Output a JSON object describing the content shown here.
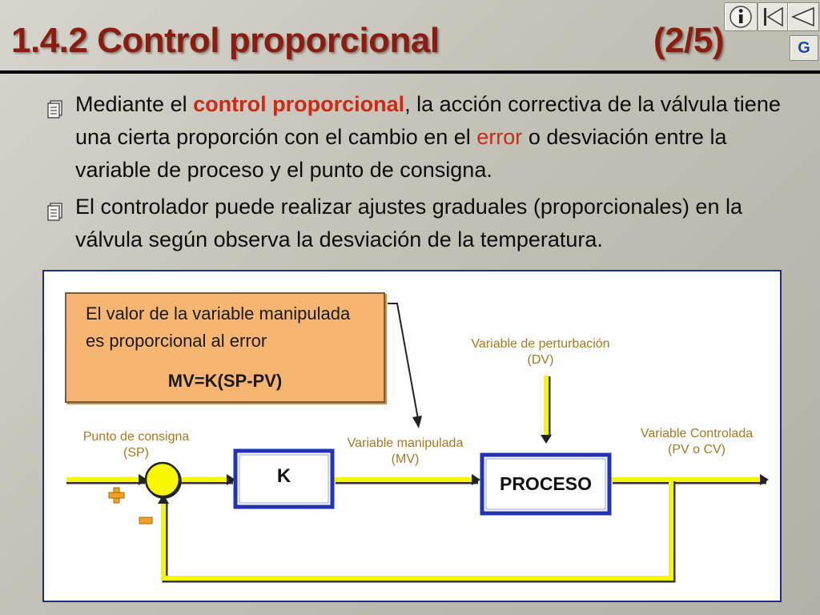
{
  "title": {
    "main": "1.4.2 Control proporcional",
    "page": "(2/5)"
  },
  "nav": {
    "info_icon": "info-icon",
    "first_icon": "first-slide-icon",
    "prev_icon": "previous-slide-icon",
    "glossary_label": "G"
  },
  "bullets": [
    {
      "icon": "notepad-icon",
      "parts": [
        {
          "text": "Mediante el ",
          "style": "normal"
        },
        {
          "text": "control proporcional",
          "style": "bold-highlight"
        },
        {
          "text": ", la acción correctiva de la válvula tiene una cierta proporción con el cambio en el ",
          "style": "normal"
        },
        {
          "text": "error",
          "style": "highlight"
        },
        {
          "text": " o desviación entre la variable de proceso y el punto de consigna.",
          "style": "normal"
        }
      ]
    },
    {
      "icon": "notepad-icon",
      "parts": [
        {
          "text": "El controlador puede realizar ajustes graduales (proporcionales) en la válvula según observa la desviación de la temperatura.",
          "style": "normal"
        }
      ]
    }
  ],
  "diagram": {
    "note": {
      "line1": "El valor de la variable manipulada",
      "line2": "es proporcional al error",
      "formula": "MV=K(SP-PV)"
    },
    "labels": {
      "setpoint_1": "Punto de consigna",
      "setpoint_2": "(SP)",
      "manipulated_1": "Variable manipulada",
      "manipulated_2": "(MV)",
      "disturbance_1": "Variable de perturbación",
      "disturbance_2": "(DV)",
      "controlled_1": "Variable Controlada",
      "controlled_2": "(PV o CV)"
    },
    "blocks": {
      "controller": "K",
      "process": "PROCESO"
    },
    "signs": {
      "plus": "+",
      "minus": "-"
    },
    "colors": {
      "signal_line": "#f7f700",
      "block_border": "#2133b8",
      "label_text": "#a8781f",
      "note_fill": "#f6b672",
      "frame": "#1c2e8f"
    }
  }
}
